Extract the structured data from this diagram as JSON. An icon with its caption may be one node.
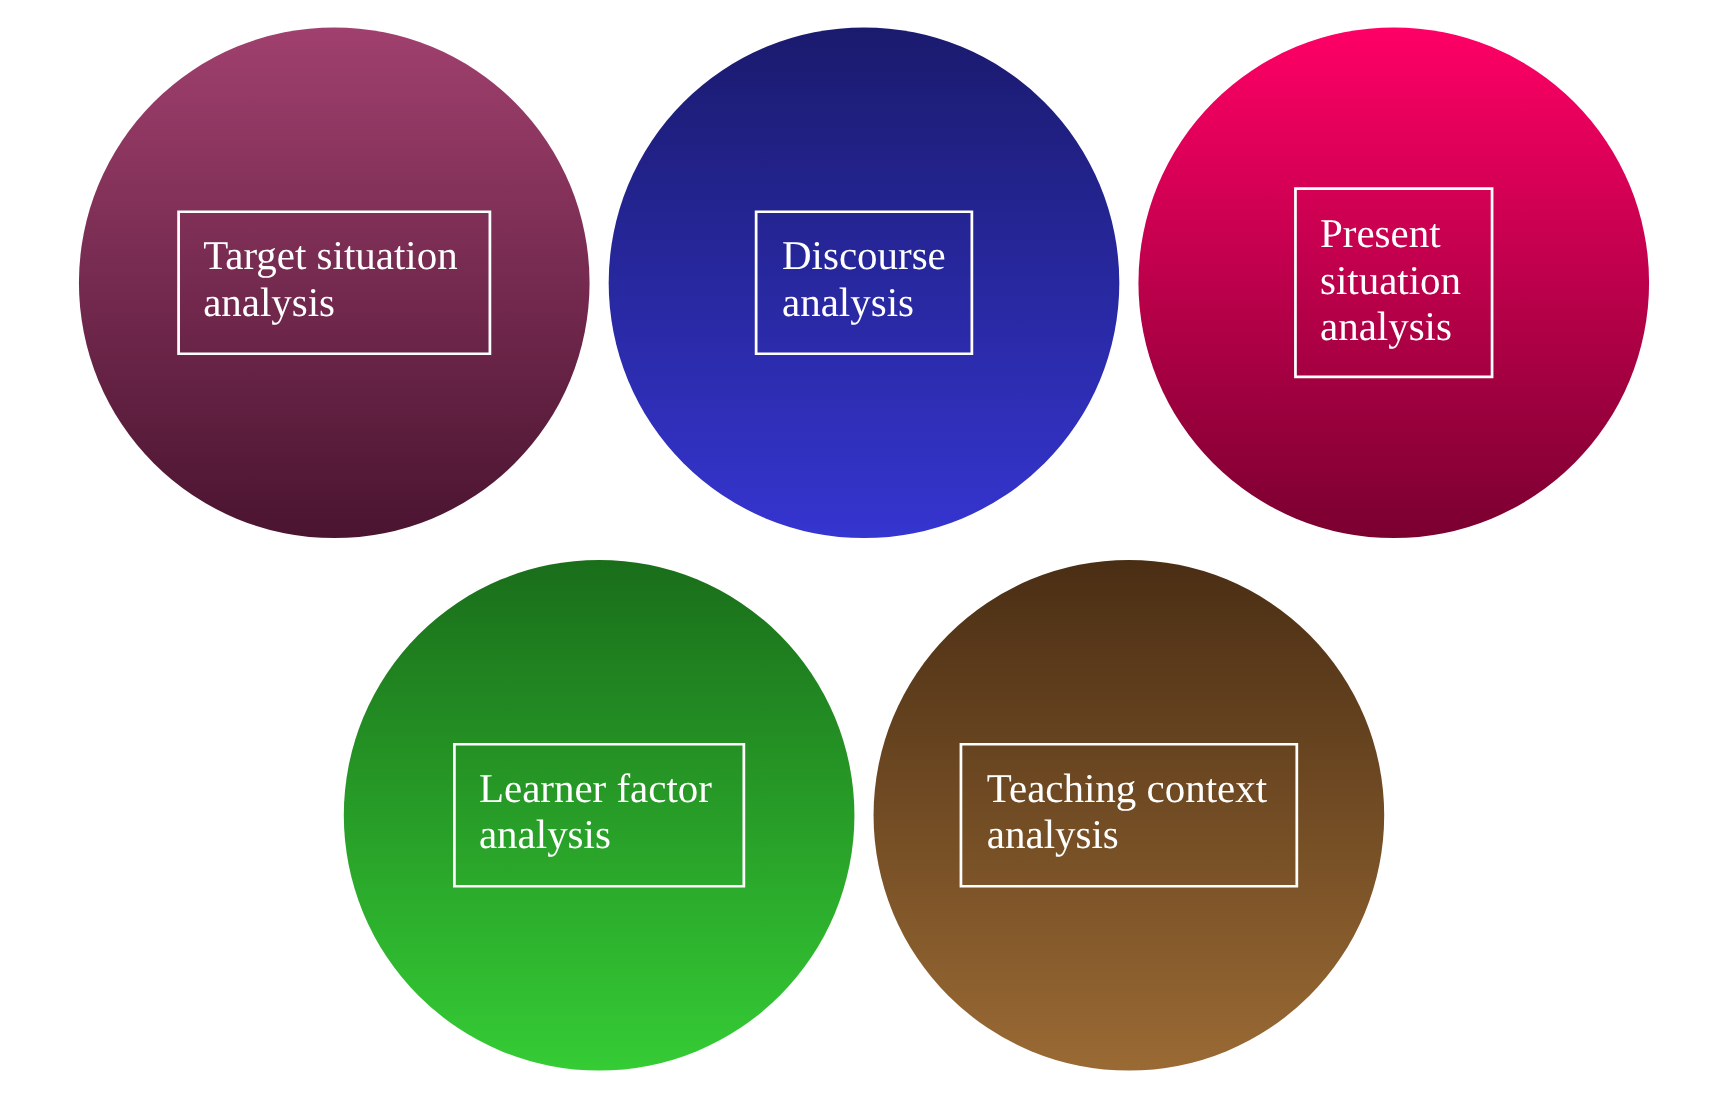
{
  "diagram": {
    "nodes": [
      {
        "text": [
          "Target situation analysis"
        ]
      },
      {
        "text": [
          "Discourse analysis"
        ]
      },
      {
        "text": [
          "Present situation analysis"
        ]
      },
      {
        "text": [
          "Learner factor analysis"
        ]
      },
      {
        "text": [
          "Teaching context analysis"
        ]
      }
    ],
    "edges": []
  }
}
